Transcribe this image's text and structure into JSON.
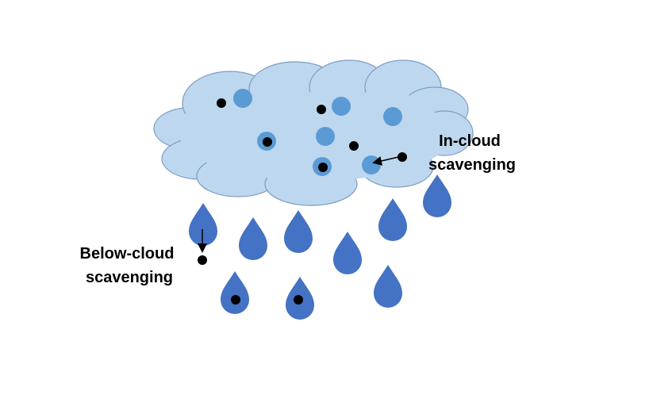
{
  "labels": {
    "in_cloud_line1": "In-cloud",
    "in_cloud_line2": "scavenging",
    "below_cloud_line1": "Below-cloud",
    "below_cloud_line2": "scavenging"
  },
  "colors": {
    "background": "#ffffff",
    "cloud_fill": "#bdd7ee",
    "cloud_stroke": "#7f9cc4",
    "cloud_droplet": "#5b9bd5",
    "raindrop": "#4472c4",
    "aerosol_particle": "#000000",
    "arrow": "#000000"
  }
}
